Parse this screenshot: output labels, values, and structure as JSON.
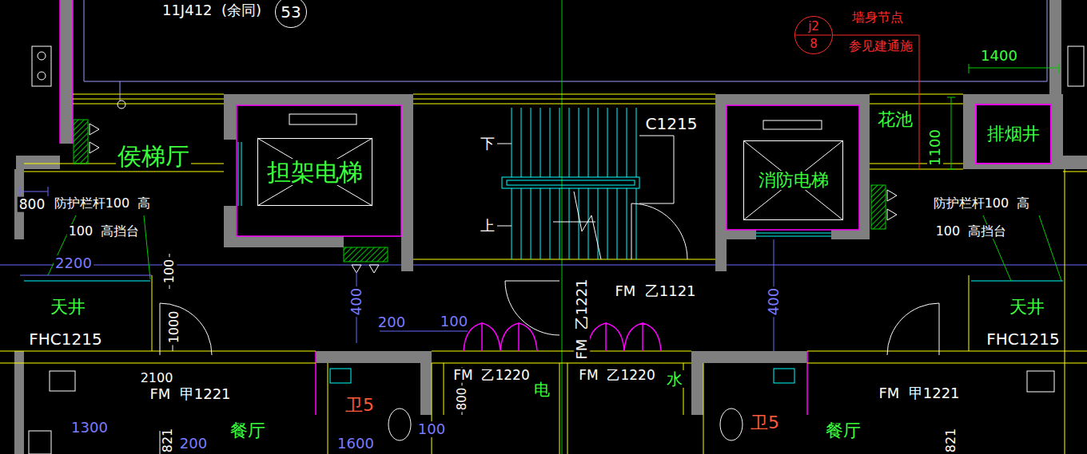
{
  "diagram": {
    "nodes": [
      {
        "text": [
          "53"
        ]
      },
      {
        "text": [
          "j2",
          "8"
        ]
      },
      {
        "text": [
          "担架电梯"
        ]
      },
      {
        "text": [
          "消防电梯"
        ]
      },
      {
        "text": [
          "排烟井"
        ]
      }
    ],
    "labels": [
      "11J412  (余同)",
      "墙身节点",
      "参见建通施",
      "1400",
      "侯梯厅",
      "C1215",
      "下",
      "上",
      "花池",
      "1100",
      "800",
      "防护栏杆100  高",
      "100  高挡台",
      "防护栏杆100  高",
      "100  高挡台",
      "2200",
      "100",
      "天井",
      "FHC1215",
      "1000",
      "400",
      "200",
      "100",
      "FM  乙1121",
      "FM  乙1221",
      "400",
      "天井",
      "FHC1215",
      "2100",
      "FM  甲1221",
      "卫5",
      "FM  乙1220",
      "电",
      "FM  乙1220",
      "水",
      "800",
      "卫5",
      "FM  甲1221",
      "1300",
      "餐厅",
      "821",
      "200",
      "1600",
      "100",
      "餐厅",
      "821"
    ]
  }
}
